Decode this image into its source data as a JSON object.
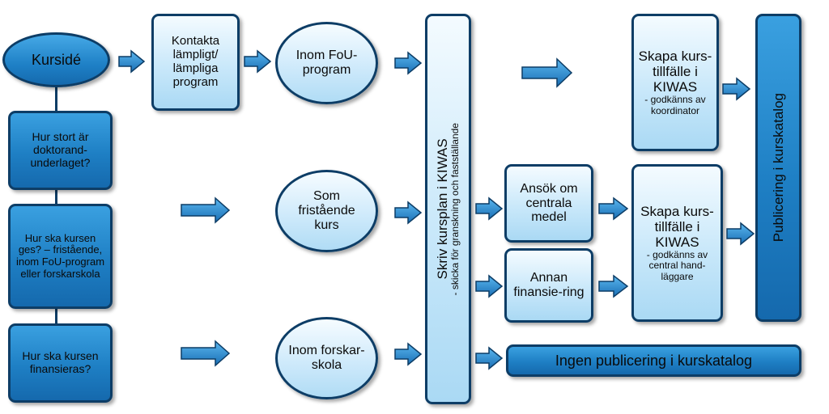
{
  "nodes": {
    "kurside": "Kursidé",
    "q_underlag": "Hur stort är doktorand-underlaget?",
    "q_ges": "Hur ska kursen ges? – fristående, inom FoU-program eller forskarskola",
    "q_finans": "Hur ska kursen finansieras?",
    "kontakta": "Kontakta lämpligt/ lämpliga program",
    "inom_fou": "Inom FoU-program",
    "fristaende": "Som fristående kurs",
    "forskarskola": "Inom forskar-skola",
    "skriv_main": "Skriv kursplan i KIWAS",
    "skriv_sub": "- skicka för granskning och fastställande",
    "ansok": "Ansök om centrala medel",
    "annan": "Annan finansie-ring",
    "skapa1_main": "Skapa kurs-tillfälle i KIWAS",
    "skapa1_sub": "- godkänns av koordinator",
    "skapa2_main": "Skapa kurs-tillfälle i KIWAS",
    "skapa2_sub": "- godkänns av central hand-läggare",
    "publicering": "Publicering i kurskatalog",
    "ingen": "Ingen publicering i kurskatalog"
  },
  "colors": {
    "dark_fill": "#1e7fc4",
    "light_fill": "#c9e8fa",
    "border": "#0d3d66",
    "arrow": "#2a88cc"
  }
}
